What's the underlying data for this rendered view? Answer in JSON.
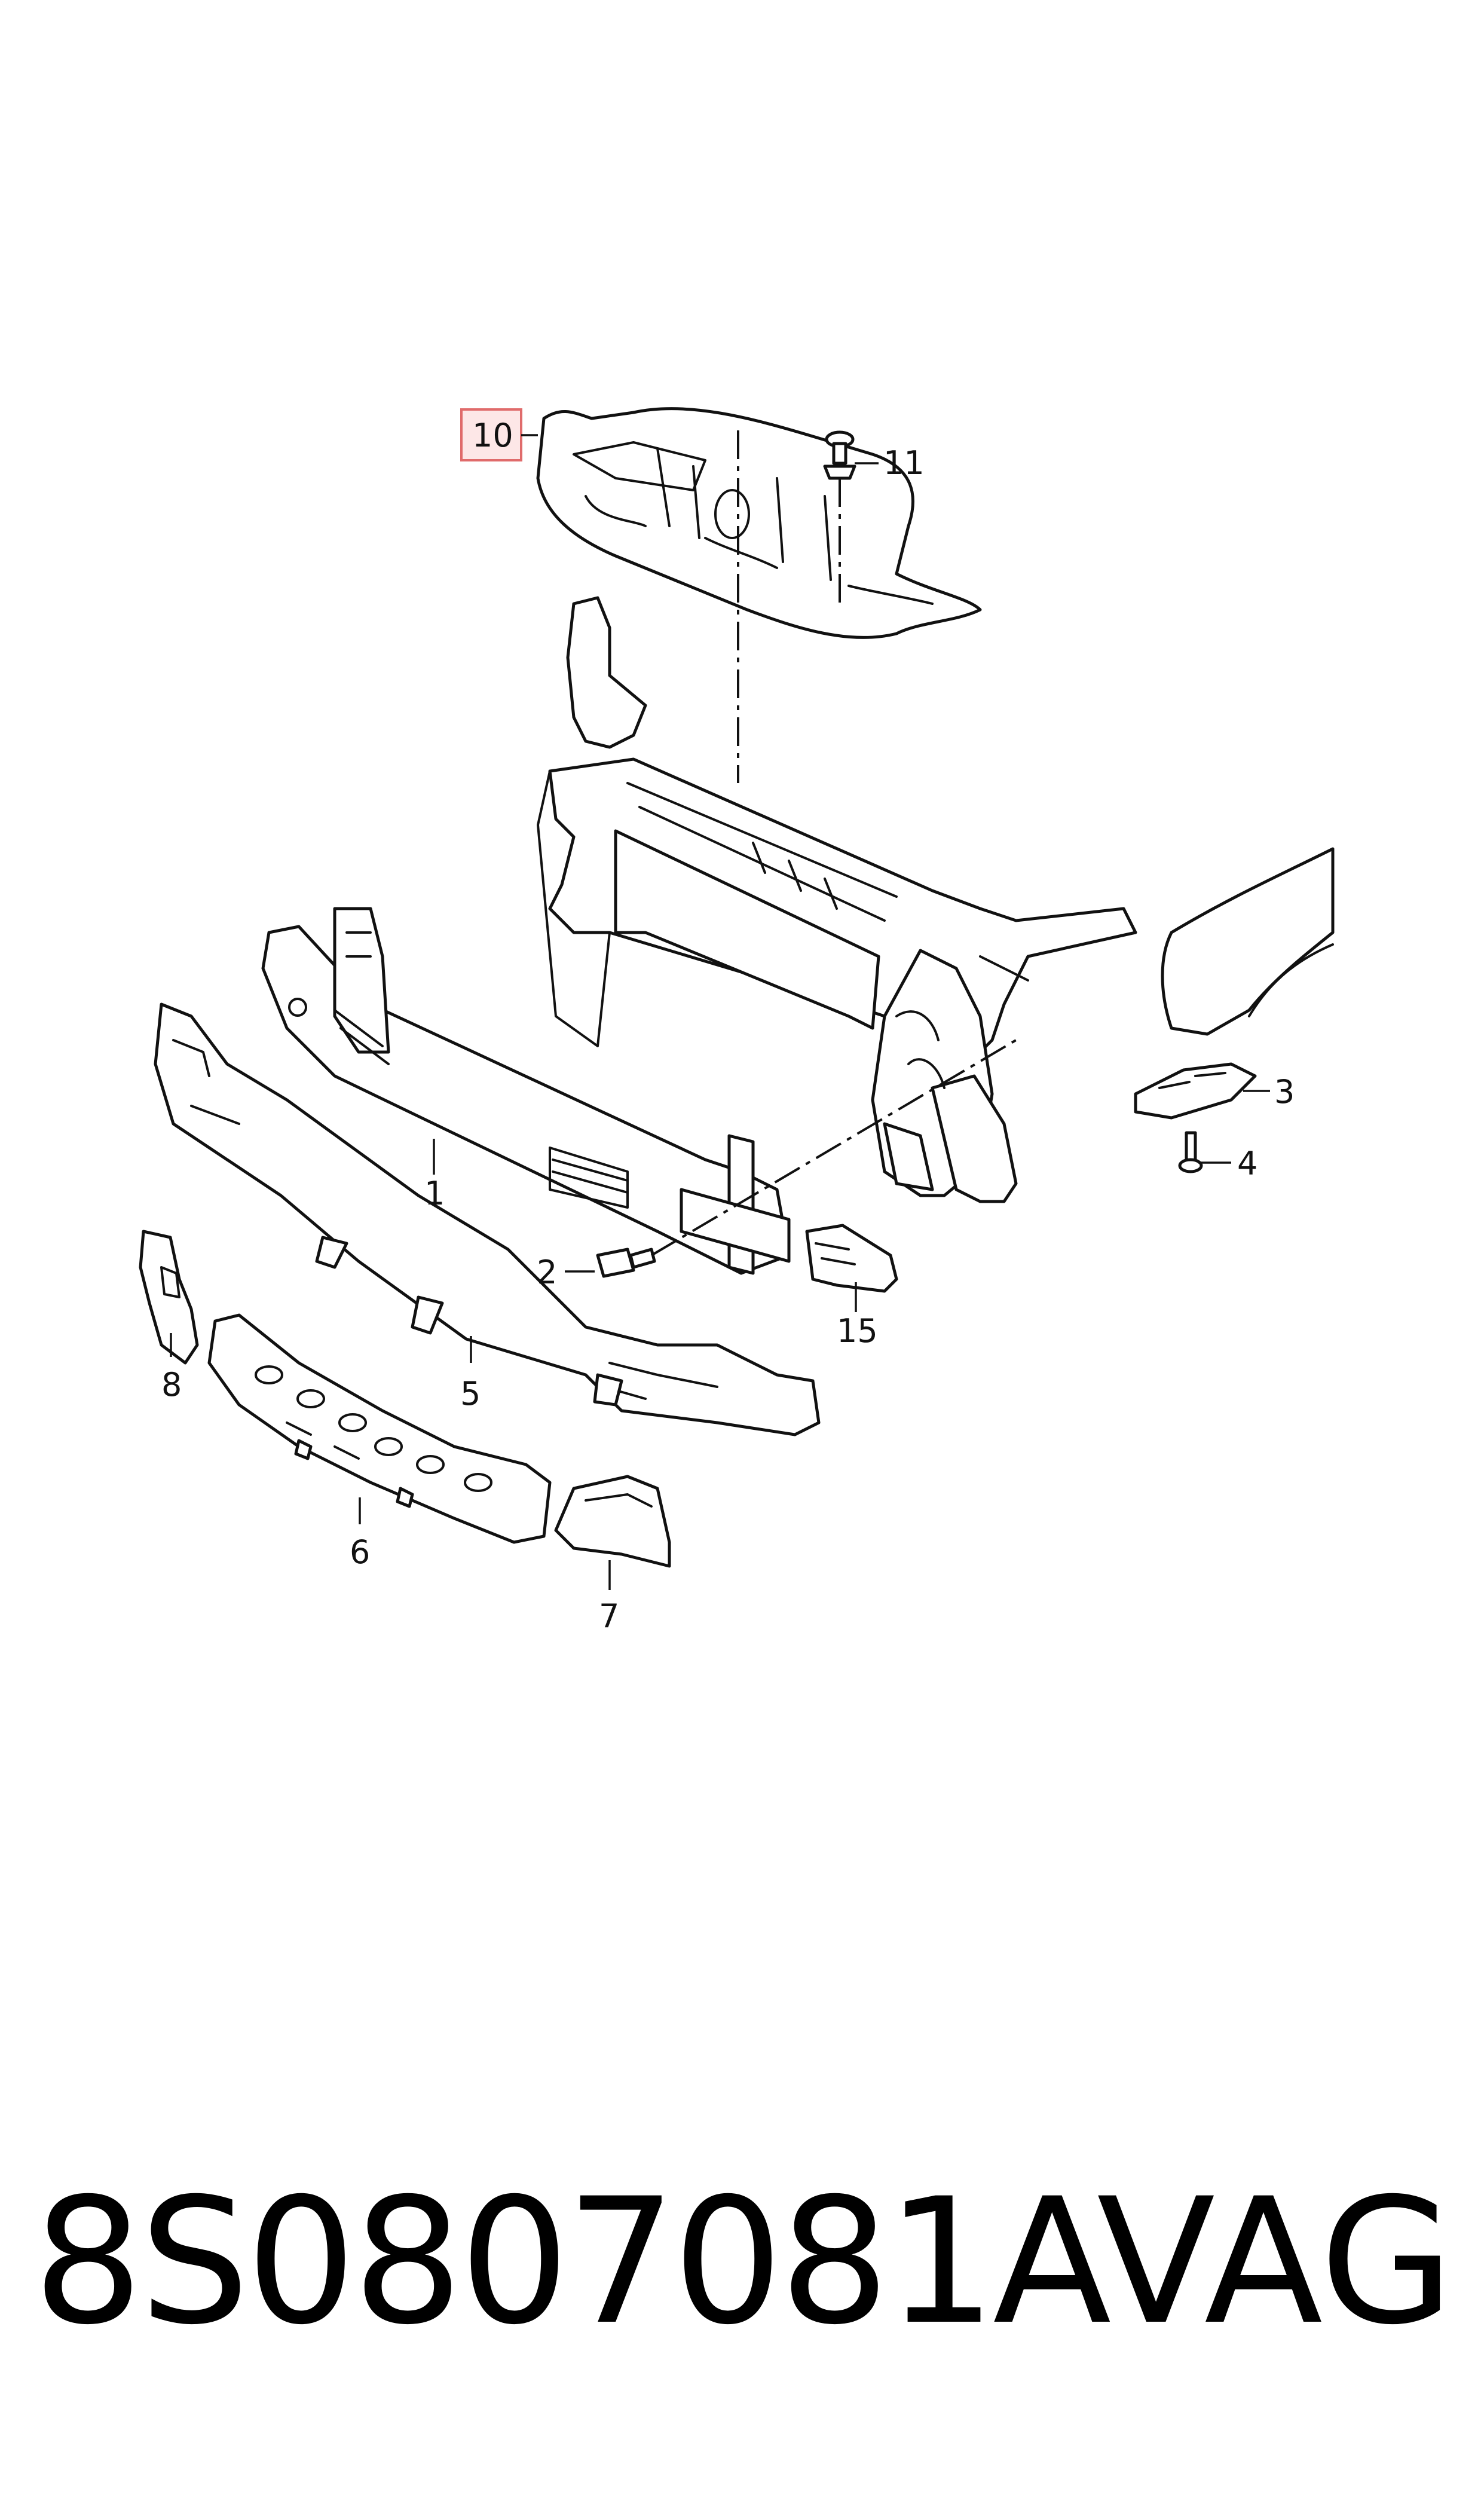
{
  "diagram": {
    "highlighted_callout": "10",
    "callouts": {
      "c1": "1",
      "c2": "2",
      "c3": "3",
      "c4": "4",
      "c5": "5",
      "c6": "6",
      "c7": "7",
      "c8": "8",
      "c10": "10",
      "c11": "11",
      "c15": "15"
    },
    "highlight_color": "#e06b6b"
  },
  "footer": {
    "part_number": "8S0807081A",
    "brand": "VAG"
  }
}
